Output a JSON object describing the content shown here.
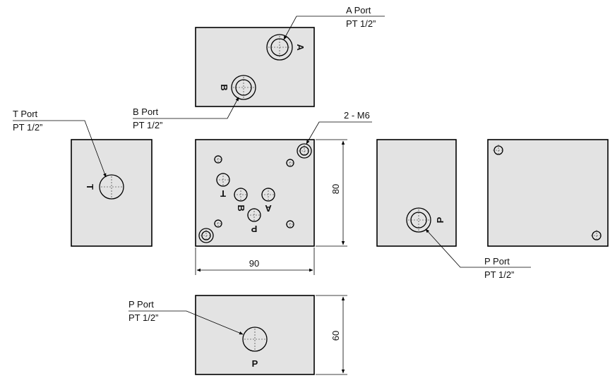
{
  "callouts": {
    "a_port": {
      "name": "A Port",
      "spec": "PT 1/2”"
    },
    "b_port": {
      "name": "B Port",
      "spec": "PT 1/2”"
    },
    "t_port": {
      "name": "T Port",
      "spec": "PT 1/2”"
    },
    "mount_holes": {
      "name": "2 - M6"
    },
    "p_port_right": {
      "name": "P Port",
      "spec": "PT 1/2”"
    },
    "p_port_bottom": {
      "name": "P Port",
      "spec": "PT 1/2”"
    }
  },
  "port_letters": {
    "top_a": "A",
    "top_b": "B",
    "left_t": "T",
    "center_t": "T",
    "center_b": "B",
    "center_a": "A",
    "center_p": "P",
    "right_p": "P",
    "bottom_p": "P"
  },
  "dimensions": {
    "width": "90",
    "height": "80",
    "depth": "60"
  },
  "colors": {
    "face_fill": "#e3e3e3",
    "line": "#000000"
  }
}
